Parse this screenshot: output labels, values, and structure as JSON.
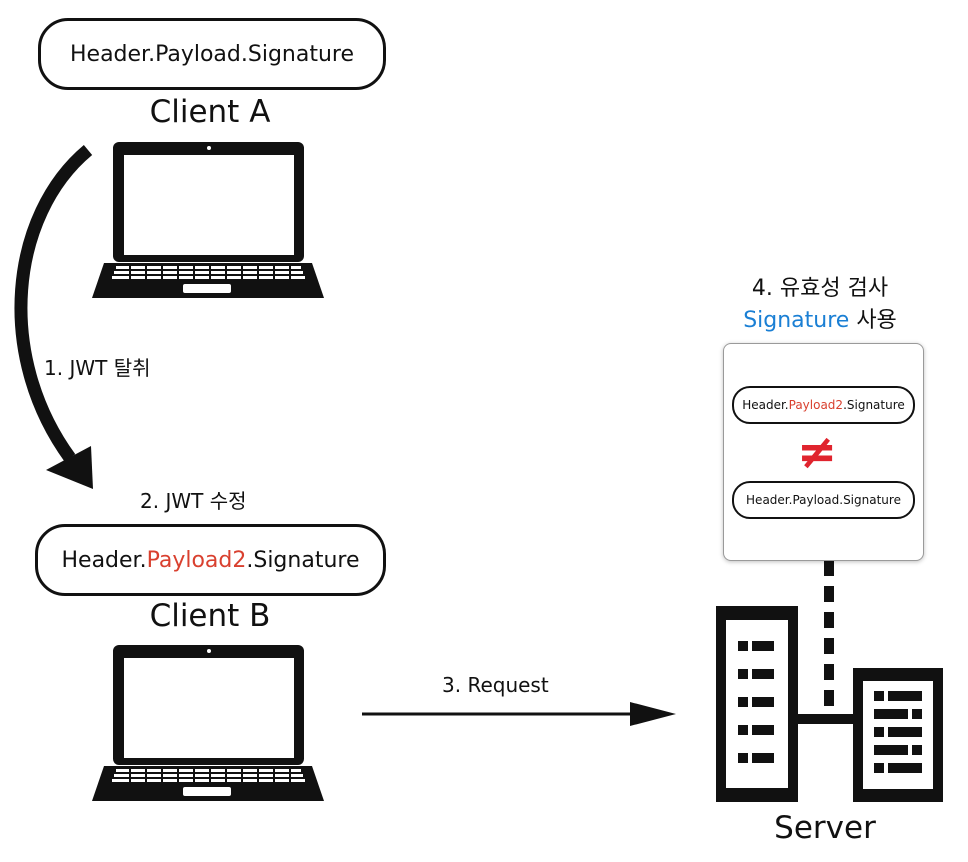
{
  "token_a": {
    "header": "Header.",
    "payload": "Payload",
    "signature": ".Signature"
  },
  "client_a": "Client A",
  "step1": "1. JWT 탈취",
  "step2": "2. JWT 수정",
  "token_b": {
    "header": "Header.",
    "payload": "Payload2",
    "signature": ".Signature"
  },
  "client_b": "Client B",
  "step3": "3. Request",
  "step4": {
    "line1": "4. 유효성 검사",
    "highlight": "Signature",
    "line2_rest": " 사용"
  },
  "validation": {
    "token_modified": {
      "header": "Header.",
      "payload": "Payload2",
      "signature": ".Signature"
    },
    "not_equal_symbol": "≠",
    "token_original": {
      "header": "Header.",
      "payload": "Payload",
      "signature": ".Signature"
    }
  },
  "server": "Server",
  "colors": {
    "modified": "#d9402f",
    "highlight": "#1a7fd4",
    "not_equal": "#e0242e"
  }
}
